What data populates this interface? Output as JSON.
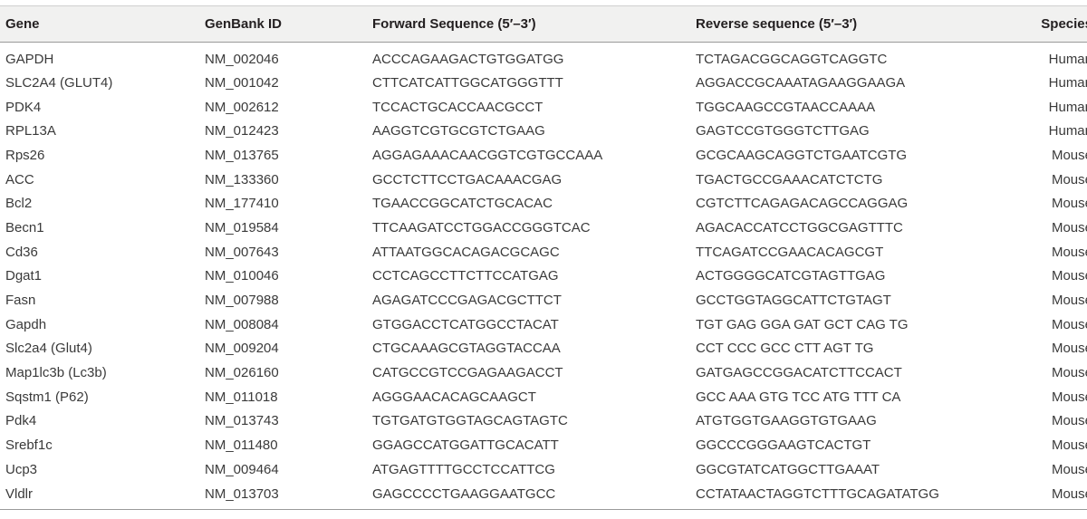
{
  "table": {
    "headers": {
      "gene": "Gene",
      "genbank": "GenBank ID",
      "forward": "Forward Sequence (5′–3′)",
      "reverse": "Reverse sequence (5′–3′)",
      "species": "Species"
    },
    "rows": [
      {
        "gene": "GAPDH",
        "genbank": "NM_002046",
        "forward": "ACCCAGAAGACTGTGGATGG",
        "reverse": "TCTAGACGGCAGGTCAGGTC",
        "species": "Human"
      },
      {
        "gene": "SLC2A4 (GLUT4)",
        "genbank": "NM_001042",
        "forward": "CTTCATCATTGGCATGGGTTT",
        "reverse": "AGGACCGCAAATAGAAGGAAGA",
        "species": "Human"
      },
      {
        "gene": "PDK4",
        "genbank": "NM_002612",
        "forward": "TCCACTGCACCAACGCCT",
        "reverse": "TGGCAAGCCGTAACCAAAA",
        "species": "Human"
      },
      {
        "gene": "RPL13A",
        "genbank": "NM_012423",
        "forward": "AAGGTCGTGCGTCTGAAG",
        "reverse": "GAGTCCGTGGGTCTTGAG",
        "species": "Human"
      },
      {
        "gene": "Rps26",
        "genbank": "NM_013765",
        "forward": "AGGAGAAACAACGGTCGTGCCAAA",
        "reverse": "GCGCAAGCAGGTCTGAATCGTG",
        "species": "Mouse"
      },
      {
        "gene": "ACC",
        "genbank": "NM_133360",
        "forward": "GCCTCTTCCTGACAAACGAG",
        "reverse": "TGACTGCCGAAACATCTCTG",
        "species": "Mouse"
      },
      {
        "gene": "Bcl2",
        "genbank": "NM_177410",
        "forward": "TGAACCGGCATCTGCACAC",
        "reverse": "CGTCTTCAGAGACAGCCAGGAG",
        "species": "Mouse"
      },
      {
        "gene": "Becn1",
        "genbank": "NM_019584",
        "forward": "TTCAAGATCCTGGACCGGGTCAC",
        "reverse": "AGACACCATCCTGGCGAGTTTC",
        "species": "Mouse"
      },
      {
        "gene": "Cd36",
        "genbank": "NM_007643",
        "forward": "ATTAATGGCACAGACGCAGC",
        "reverse": "TTCAGATCCGAACACAGCGT",
        "species": "Mouse"
      },
      {
        "gene": "Dgat1",
        "genbank": "NM_010046",
        "forward": "CCTCAGCCTTCTTCCATGAG",
        "reverse": "ACTGGGGCATCGTAGTTGAG",
        "species": "Mouse"
      },
      {
        "gene": "Fasn",
        "genbank": "NM_007988",
        "forward": "AGAGATCCCGAGACGCTTCT",
        "reverse": "GCCTGGTAGGCATTCTGTAGT",
        "species": "Mouse"
      },
      {
        "gene": "Gapdh",
        "genbank": "NM_008084",
        "forward": "GTGGACCTCATGGCCTACAT",
        "reverse": "TGT GAG GGA GAT GCT CAG TG",
        "species": "Mouse"
      },
      {
        "gene": "Slc2a4 (Glut4)",
        "genbank": "NM_009204",
        "forward": "CTGCAAAGCGTAGGTACCAA",
        "reverse": "CCT CCC GCC CTT AGT TG",
        "species": "Mouse"
      },
      {
        "gene": "Map1lc3b (Lc3b)",
        "genbank": "NM_026160",
        "forward": "CATGCCGTCCGAGAAGACCT",
        "reverse": "GATGAGCCGGACATCTTCCACT",
        "species": "Mouse"
      },
      {
        "gene": "Sqstm1 (P62)",
        "genbank": "NM_011018",
        "forward": "AGGGAACACAGCAAGCT",
        "reverse": "GCC AAA GTG TCC ATG TTT CA",
        "species": "Mouse"
      },
      {
        "gene": "Pdk4",
        "genbank": "NM_013743",
        "forward": "TGTGATGTGGTAGCAGTAGTC",
        "reverse": "ATGTGGTGAAGGTGTGAAG",
        "species": "Mouse"
      },
      {
        "gene": "Srebf1c",
        "genbank": "NM_011480",
        "forward": "GGAGCCATGGATTGCACATT",
        "reverse": "GGCCCGGGAAGTCACTGT",
        "species": "Mouse"
      },
      {
        "gene": "Ucp3",
        "genbank": "NM_009464",
        "forward": "ATGAGTTTTGCCTCCATTCG",
        "reverse": "GGCGTATCATGGCTTGAAAT",
        "species": "Mouse"
      },
      {
        "gene": "Vldlr",
        "genbank": "NM_013703",
        "forward": "GAGCCCCTGAAGGAATGCC",
        "reverse": "CCTATAACTAGGTCTTTGCAGATATGG",
        "species": "Mouse"
      }
    ]
  }
}
